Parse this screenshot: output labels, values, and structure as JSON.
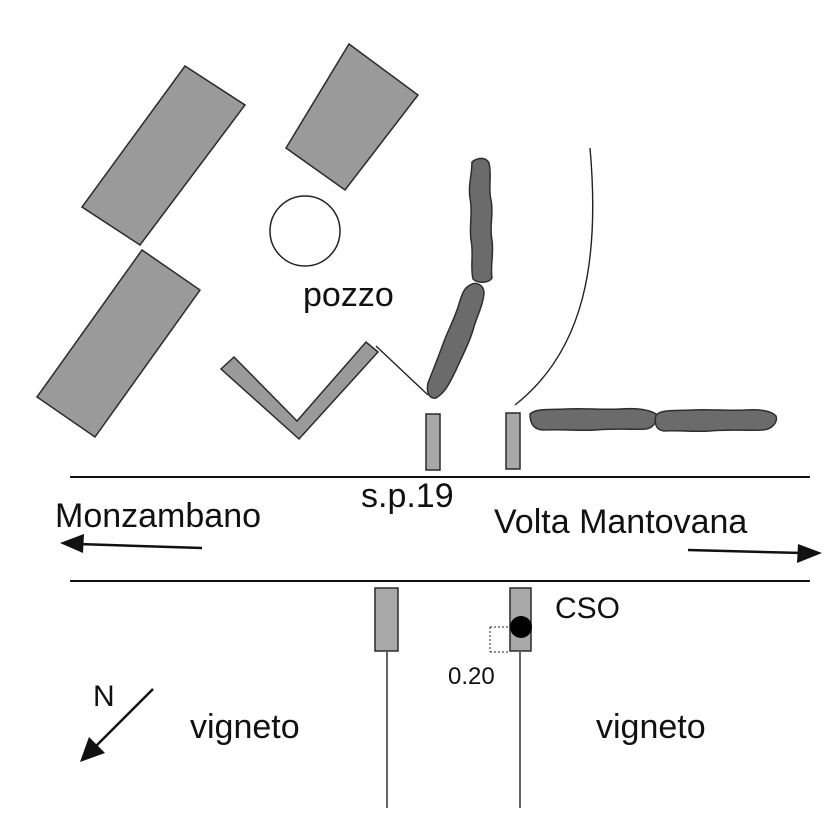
{
  "labels": {
    "well": "pozzo",
    "road": "s.p.19",
    "west_town": "Monzambano",
    "east_town": "Volta Mantovana",
    "point": "CSO",
    "offset": "0.20",
    "north": "N",
    "field_left": "vigneto",
    "field_right": "vigneto"
  },
  "colors": {
    "building": "#9a9a9a",
    "hedge": "#6b6b6b",
    "point": "#000000"
  }
}
